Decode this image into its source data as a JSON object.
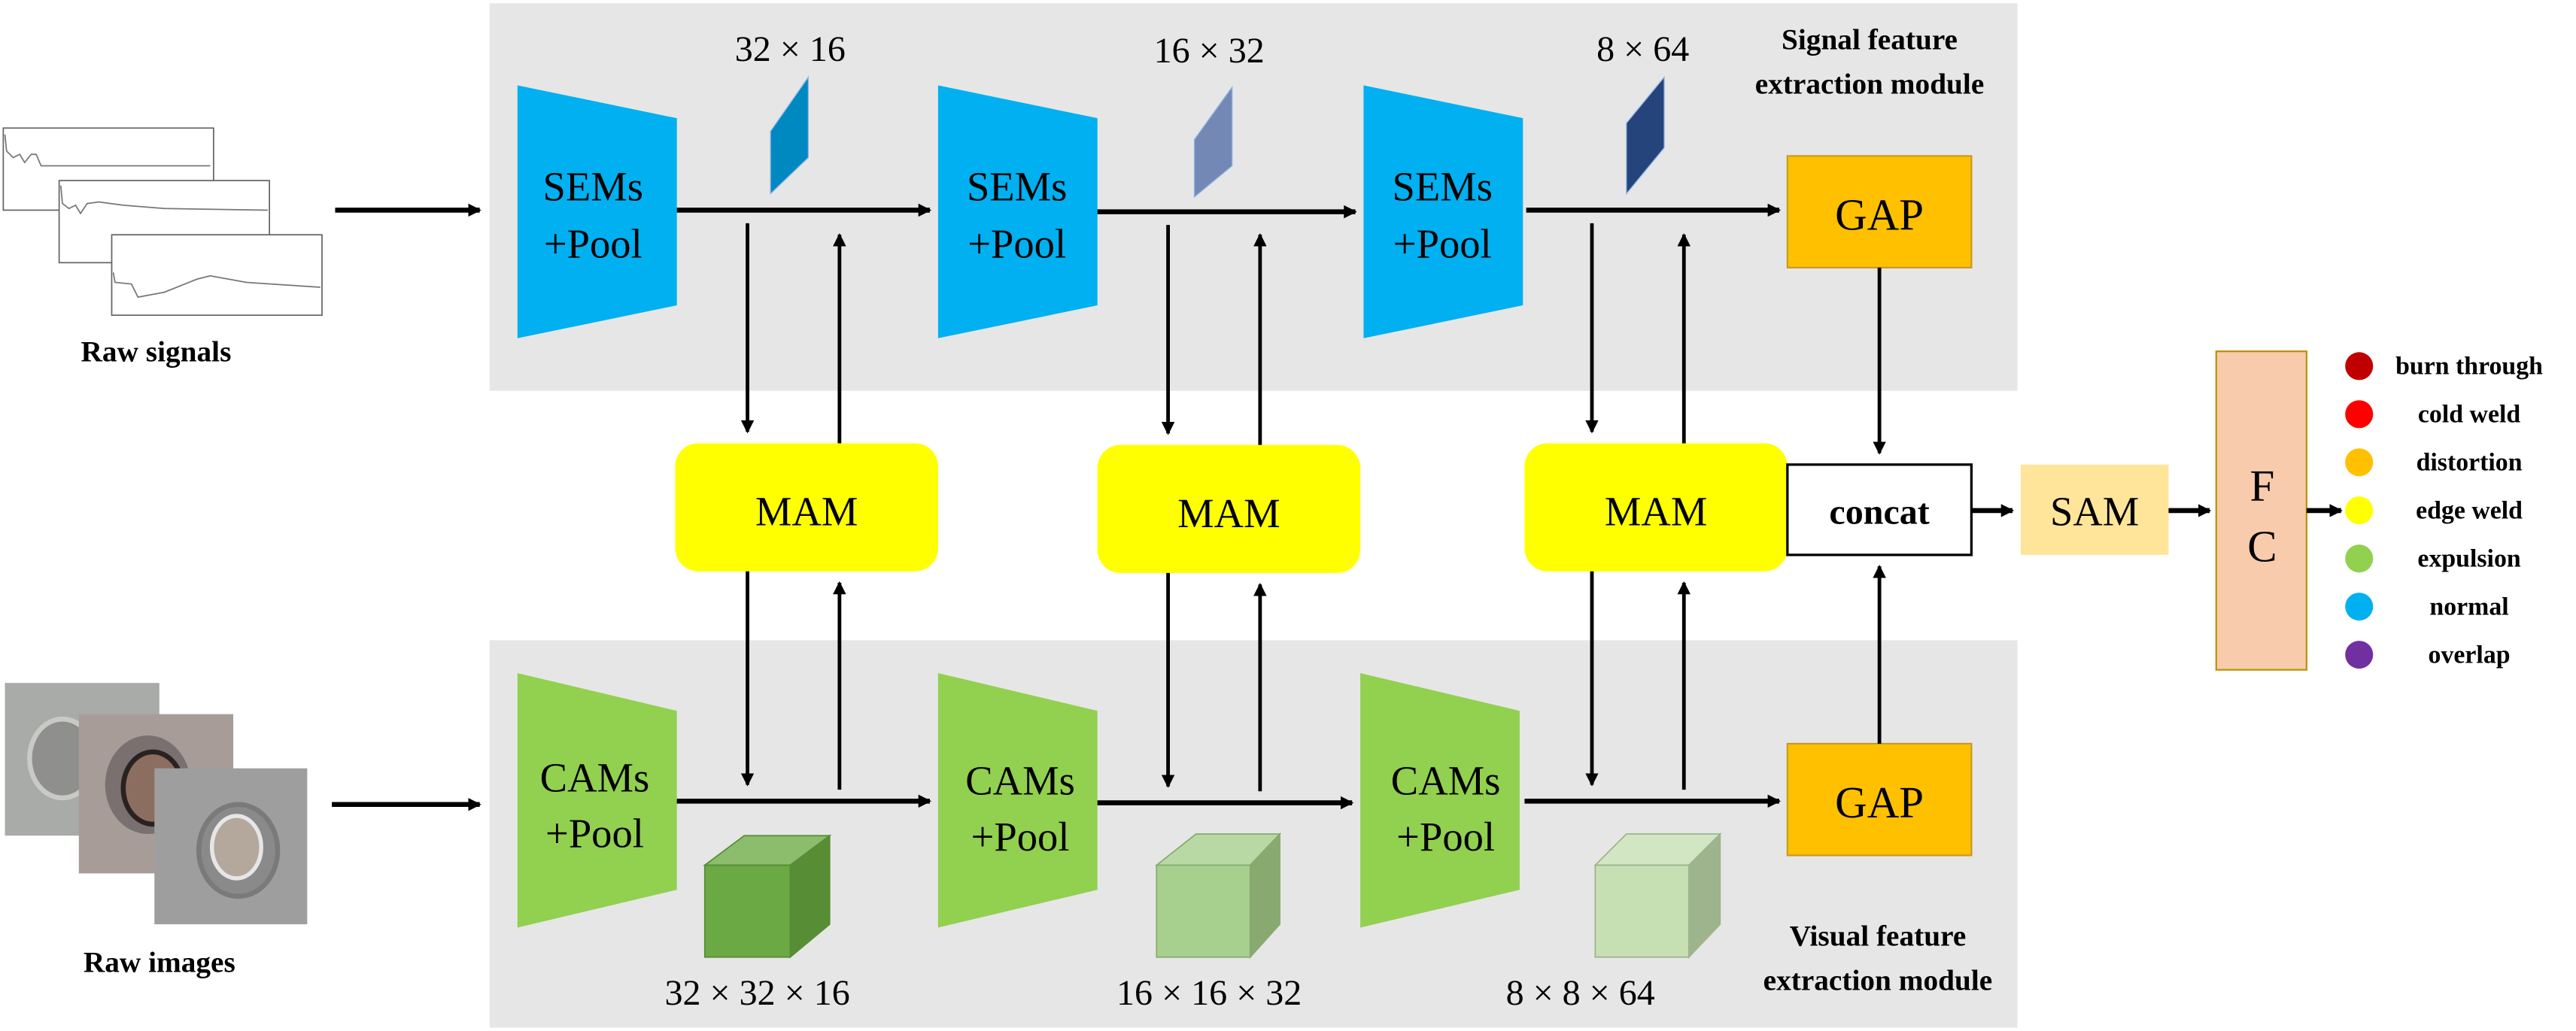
{
  "inputs": {
    "signals_label": "Raw signals",
    "images_label": "Raw images"
  },
  "modules": {
    "signal_module_label_line1": "Signal feature",
    "signal_module_label_line2": "extraction module",
    "visual_module_label_line1": "Visual feature",
    "visual_module_label_line2": "extraction module"
  },
  "signal_stages": [
    {
      "line1": "SEMs",
      "line2": "+Pool",
      "dims": "32 × 16",
      "feature_color": "#0088c0"
    },
    {
      "line1": "SEMs",
      "line2": "+Pool",
      "dims": "16 × 32",
      "feature_color": "#7388b4"
    },
    {
      "line1": "SEMs",
      "line2": "+Pool",
      "dims": "8 × 64",
      "feature_color": "#26447c"
    }
  ],
  "visual_stages": [
    {
      "line1": "CAMs",
      "line2": "+Pool",
      "dims": "32 × 32 × 16",
      "cube_front": "#6aa944",
      "cube_top": "#8bbd6c",
      "cube_side": "#568d35"
    },
    {
      "line1": "CAMs",
      "line2": "+Pool",
      "dims": "16 × 16 × 32",
      "cube_front": "#a7d08e",
      "cube_top": "#b8d9a3",
      "cube_side": "#88aa70"
    },
    {
      "line1": "CAMs",
      "line2": "+Pool",
      "dims": "8 × 8 × 64",
      "cube_front": "#c6dfb3",
      "cube_top": "#d2e6c3",
      "cube_side": "#9db48c"
    }
  ],
  "mam": {
    "label": "MAM",
    "count": 3
  },
  "gap": {
    "label": "GAP"
  },
  "concat": {
    "label": "concat"
  },
  "sam": {
    "label": "SAM"
  },
  "fc": {
    "line1": "F",
    "line2": "C"
  },
  "colors": {
    "signal_block": "#00b0f0",
    "visual_block": "#92d050",
    "mam": "#ffff00",
    "gap": "#ffc000",
    "sam": "#ffe599",
    "fc": "#f8cbad",
    "panel": "#e6e6e6"
  },
  "classes": [
    {
      "label": "burn through",
      "color": "#c00000"
    },
    {
      "label": "cold weld",
      "color": "#ff0000"
    },
    {
      "label": "distortion",
      "color": "#ffc000"
    },
    {
      "label": "edge weld",
      "color": "#ffff00"
    },
    {
      "label": "expulsion",
      "color": "#92d050"
    },
    {
      "label": "normal",
      "color": "#00b0f0"
    },
    {
      "label": "overlap",
      "color": "#7030a0"
    }
  ]
}
